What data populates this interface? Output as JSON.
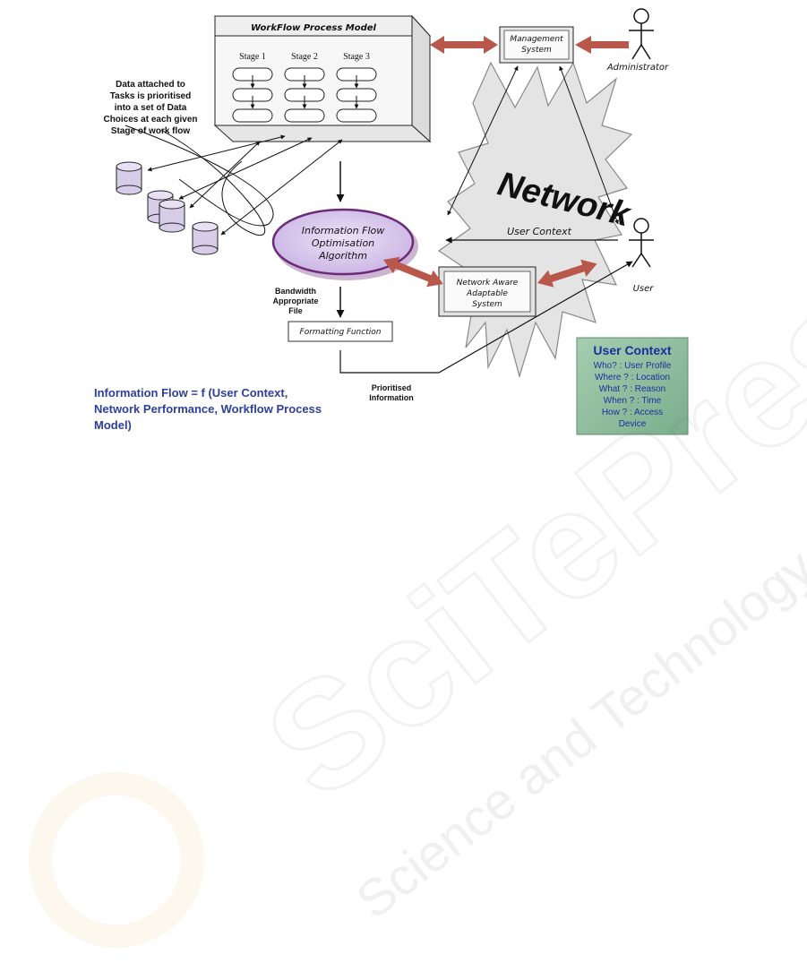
{
  "workflow": {
    "title": "WorkFlow Process Model",
    "stages": [
      "Stage 1",
      "Stage 2",
      "Stage 3"
    ]
  },
  "data_note": [
    "Data attached to",
    "Tasks is prioritised",
    "into a set of Data",
    "Choices at each given",
    "Stage of work flow"
  ],
  "management": [
    "Management",
    "System"
  ],
  "administrator": "Administrator",
  "network": "Network",
  "user_context_arrow": "User Context",
  "user": "User",
  "info_flow": [
    "Information Flow",
    "Optimisation",
    "Algorithm"
  ],
  "network_aware": [
    "Network Aware",
    "Adaptable",
    "System"
  ],
  "bandwidth": [
    "Bandwidth",
    "Appropriate",
    "File"
  ],
  "formatting": "Formatting Function",
  "prioritised": [
    "Prioritised",
    "Information"
  ],
  "formula": [
    "Information Flow =  f (User Context,",
    "Network Performance, Workflow Process",
    "Model)"
  ],
  "user_context_box": {
    "title": "User Context",
    "lines": [
      "Who? : User Profile",
      "Where ? : Location",
      "What ? :  Reason",
      "When ? :  Time",
      "How ? : Access",
      "Device"
    ]
  },
  "watermark": {
    "brand": "SciTePress",
    "tagline": "Science and Technology Publications"
  },
  "colors": {
    "red_arrow": "#b8574a",
    "formula_blue": "#2d3f9a",
    "ellipse_fill": "#d9c8ec",
    "ellipse_stroke": "#6b2a79",
    "context_box": "#8fbf9e",
    "context_title": "#1a2fa0"
  }
}
